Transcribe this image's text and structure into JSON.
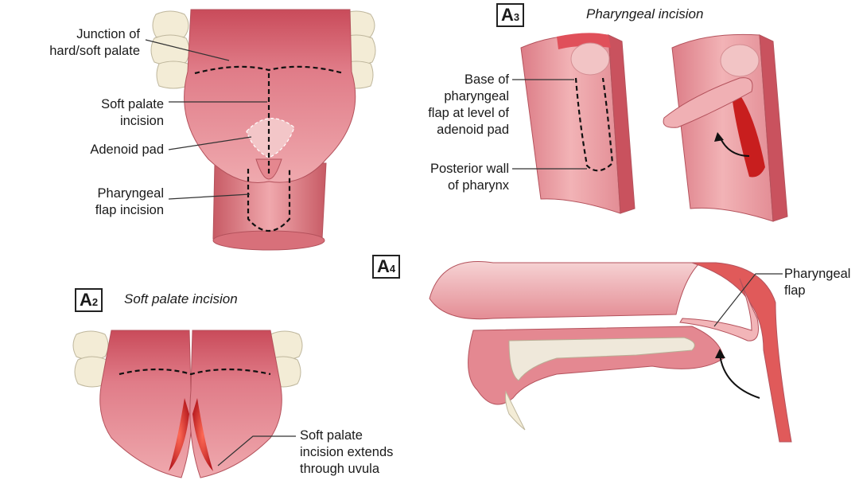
{
  "panel_a1": {
    "labels": [
      [
        "Junction of",
        "hard/soft palate"
      ],
      [
        "Soft palate",
        "incision"
      ],
      [
        "Adenoid pad"
      ],
      [
        "Pharyngeal",
        "flap incision"
      ]
    ]
  },
  "panel_a2": {
    "badge_letter": "A",
    "badge_number": "2",
    "title": "Soft palate incision",
    "label": [
      "Soft palate",
      "incision extends",
      "through uvula"
    ]
  },
  "panel_a3": {
    "badge_letter": "A",
    "badge_number": "3",
    "title": "Pharyngeal incision",
    "labels": [
      [
        "Base of",
        "pharyngeal",
        "flap at level of",
        "adenoid pad"
      ],
      [
        "Posterior wall",
        "of pharynx"
      ]
    ]
  },
  "panel_a4": {
    "badge_letter": "A",
    "badge_number": "4",
    "label": [
      "Pharyngeal",
      "flap"
    ]
  },
  "colors": {
    "tissue": "#e58a92",
    "tissue_dark": "#c9525e",
    "tissue_light": "#f4c1c3",
    "cut_red": "#d42a2a",
    "bone": "#efe8da",
    "teeth": "#f3ecd6"
  }
}
